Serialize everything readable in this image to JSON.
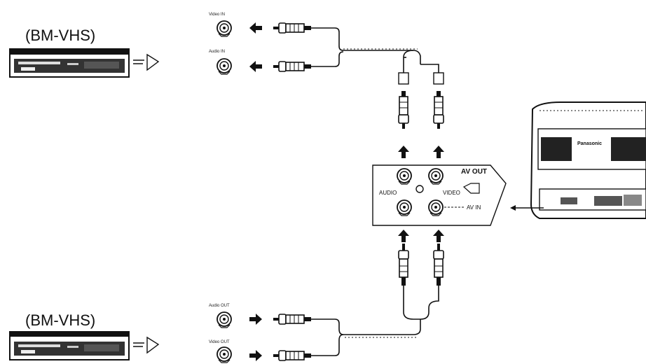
{
  "vcr_top": {
    "title": "(BM-VHS)"
  },
  "vcr_bottom": {
    "title": "(BM-VHS)"
  },
  "jacks_top": {
    "video_in": "Video IN",
    "audio_in": "Audio IN"
  },
  "jacks_bottom": {
    "audio_out": "Audio OUT",
    "video_out": "Video OUT"
  },
  "panel": {
    "av_out": "AV OUT",
    "audio": "AUDIO",
    "video": "VIDEO",
    "av_in": "AV  IN"
  },
  "camera": {
    "brand": "Panasonic"
  },
  "colors": {
    "ink": "#111111",
    "paper": "#ffffff"
  }
}
